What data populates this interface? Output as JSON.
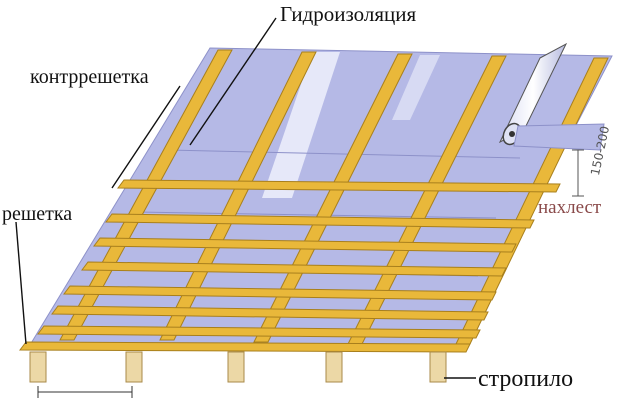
{
  "labels": {
    "hydro": "Гидроизоляция",
    "counter_lath": "контррешетка",
    "lath": "решетка",
    "overlap": "нахлест",
    "rafter": "стропило",
    "overlap_dim": "150-200"
  },
  "colors": {
    "membrane": "#b5b9e6",
    "membrane_seam": "#8d91c9",
    "wood": "#e9b83a",
    "wood_edge": "#a87f1c",
    "rafter": "#ecd8a6",
    "leader": "#111111",
    "overlap_label": "#8a4a4a"
  }
}
